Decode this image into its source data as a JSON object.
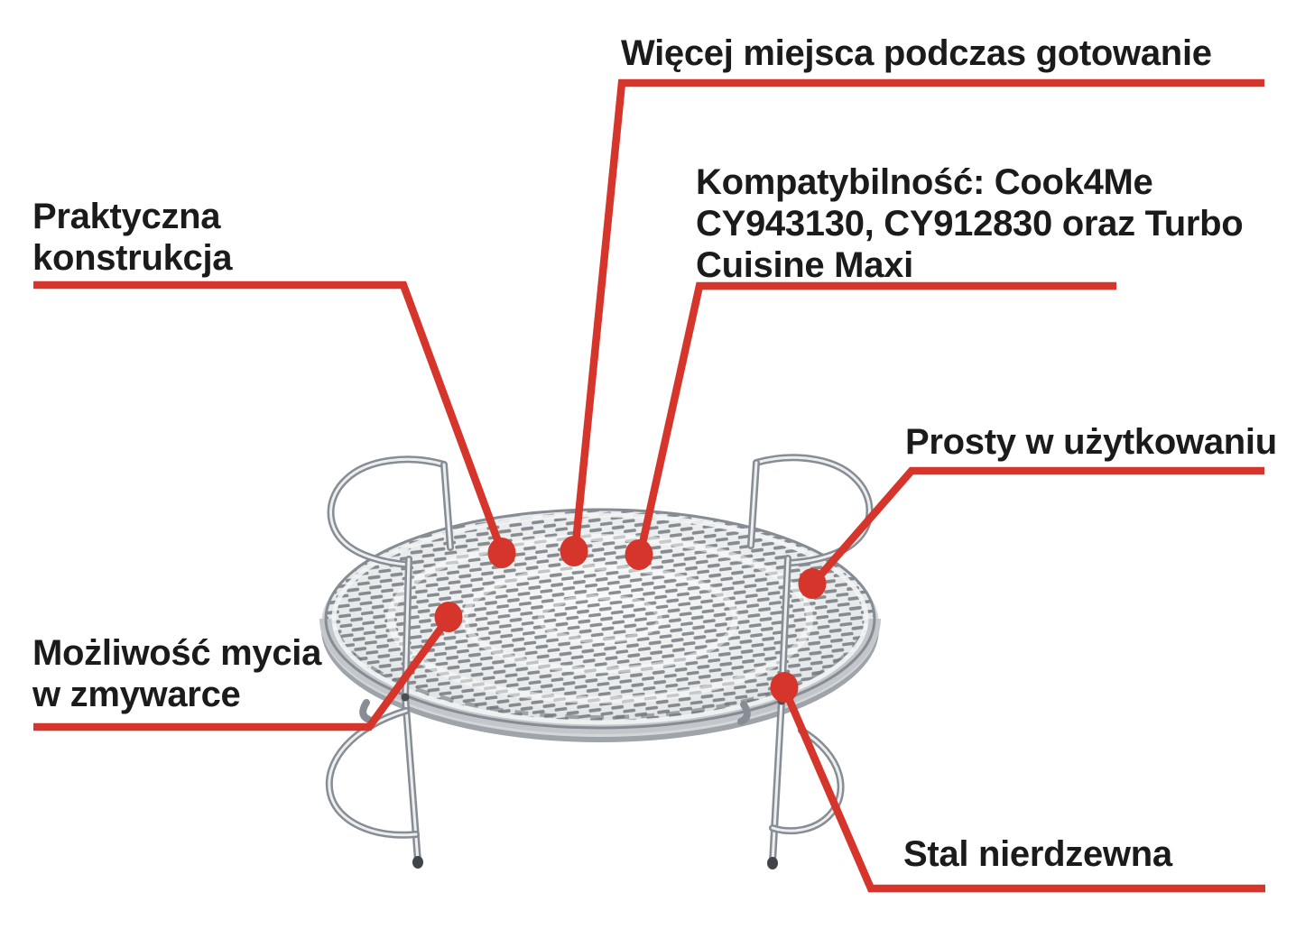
{
  "colors": {
    "accent_red": "#d6352b",
    "text": "#1b1b1b",
    "background": "#ffffff",
    "steel_light": "#eef0f1",
    "steel_mid": "#9aa0a6",
    "steel_dark": "#6b7176"
  },
  "callouts": [
    {
      "id": "more-space",
      "label": "Więcej miejsca podczas gotowanie"
    },
    {
      "id": "compatibility",
      "label": "Kompatybilność: Cook4Me\nCY943130, CY912830 oraz Turbo\nCuisine Maxi"
    },
    {
      "id": "practical-design",
      "label": "Praktyczna\nkonstrukcja"
    },
    {
      "id": "easy-to-use",
      "label": "Prosty w użytkowaniu"
    },
    {
      "id": "dishwasher-safe",
      "label": "Możliwość mycia\nw zmywarce"
    },
    {
      "id": "stainless-steel",
      "label": "Stal nierdzewna"
    }
  ]
}
